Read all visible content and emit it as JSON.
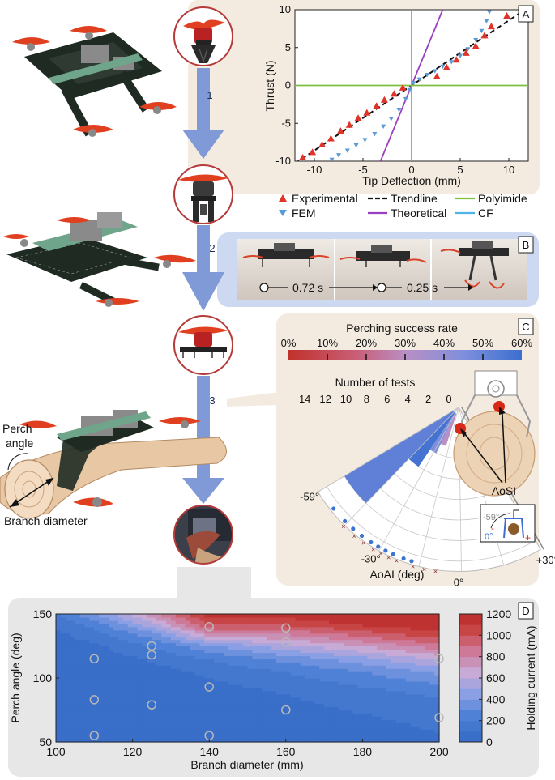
{
  "panels": {
    "a": "A",
    "b": "B",
    "c": "C",
    "d": "D"
  },
  "steps": [
    "1",
    "2",
    "3"
  ],
  "labels": {
    "perch_angle_line1": "Perch",
    "perch_angle_line2": "angle",
    "branch_diameter": "Branch diameter",
    "time_1": "0.72 s",
    "time_2": "0.25 s",
    "aosi": "AoSI",
    "inset_neg59": "-59°",
    "inset_0": "0°",
    "inset_minus": "-",
    "inset_plus": "+"
  },
  "colors": {
    "panel_bg": "#f4ebe0",
    "arrow": "#7f9ad6",
    "circle_border": "#b53a3a",
    "propeller": "#e04020",
    "body_dark": "#1f2a22",
    "wood": "#e8c7a4"
  },
  "chart_data": [
    {
      "id": "A",
      "type": "scatter",
      "xlabel": "Tip Deflection (mm)",
      "ylabel": "Thrust (N)",
      "xlim": [
        -12,
        12
      ],
      "ylim": [
        -10,
        10
      ],
      "xticks": [
        "-10",
        "-5",
        "0",
        "5",
        "10"
      ],
      "yticks": [
        "10",
        "5",
        "0",
        "-5",
        "-10"
      ],
      "series": [
        {
          "name": "Experimental",
          "marker": "triangle",
          "color": "#e0332a",
          "x": [
            -11.2,
            -10.2,
            -9.2,
            -8.3,
            -7.3,
            -6.4,
            -5.5,
            -4.6,
            -3.6,
            -2.8,
            -1.8,
            -0.9,
            2.6,
            3.6,
            4.6,
            5.6,
            6.6,
            7.5,
            8.2,
            9.8
          ],
          "y": [
            -9.5,
            -8.8,
            -7.8,
            -7.0,
            -6.0,
            -5.2,
            -4.3,
            -3.6,
            -2.7,
            -1.9,
            -1.1,
            -0.3,
            1.2,
            2.4,
            3.4,
            4.3,
            5.2,
            6.6,
            7.8,
            9.2
          ]
        },
        {
          "name": "FEM",
          "marker": "triangle-down",
          "color": "#5a9bd6",
          "x": [
            -8.2,
            -7.5,
            -6.6,
            -5.7,
            -4.8,
            -3.8,
            -2.9,
            -2.1,
            -1.3,
            -0.6,
            -0.2,
            0.2,
            0.8,
            1.6,
            2.4,
            3.2,
            4.1,
            5.0,
            5.8,
            6.6,
            7.2,
            7.7,
            8.0
          ],
          "y": [
            -9.8,
            -9.2,
            -8.6,
            -7.9,
            -7.2,
            -6.4,
            -5.4,
            -4.4,
            -3.2,
            -1.8,
            -0.6,
            0.3,
            0.8,
            1.4,
            1.9,
            2.5,
            3.1,
            3.9,
            4.8,
            6.0,
            7.2,
            8.5,
            9.7
          ]
        },
        {
          "name": "Trendline",
          "style": "dashed",
          "color": "#111111",
          "x": [
            -12,
            12
          ],
          "y": [
            -10.3,
            10.3
          ]
        },
        {
          "name": "Theoretical",
          "style": "solid",
          "color": "#9b3fc0",
          "x": [
            -3.2,
            3.2
          ],
          "y": [
            -10,
            10
          ]
        },
        {
          "name": "Polyimide",
          "style": "solid",
          "color": "#7fbf3f",
          "x": [
            -12,
            12
          ],
          "y": [
            0,
            0
          ]
        },
        {
          "name": "CF",
          "style": "solid",
          "color": "#4fb3e8",
          "x": [
            0,
            0
          ],
          "y": [
            -10,
            10
          ]
        }
      ],
      "legend": [
        {
          "name": "Experimental",
          "kind": "triangle",
          "color": "#e0332a"
        },
        {
          "name": "Trendline",
          "kind": "dash",
          "color": "#111111"
        },
        {
          "name": "Polyimide",
          "kind": "line",
          "color": "#7fbf3f"
        },
        {
          "name": "FEM",
          "kind": "triangle-down",
          "color": "#5a9bd6"
        },
        {
          "name": "Theoretical",
          "kind": "line",
          "color": "#9b3fc0"
        },
        {
          "name": "CF",
          "kind": "line",
          "color": "#4fb3e8"
        }
      ]
    },
    {
      "id": "C",
      "type": "bar",
      "subtype": "polar",
      "title": "Perching success rate",
      "colorbar_ticks": [
        "0%",
        "10%",
        "20%",
        "30%",
        "40%",
        "50%",
        "60%"
      ],
      "radial_label": "Number of tests",
      "radial_ticks": [
        "14",
        "12",
        "10",
        "8",
        "6",
        "4",
        "2",
        "0"
      ],
      "angle_label": "AoAI (deg)",
      "angle_ticks": [
        "-59°",
        "-30°",
        "0°",
        "+30°"
      ],
      "angle_range": [
        -59,
        30
      ],
      "sectors": [
        {
          "from": -59,
          "to": -44,
          "tests": 12,
          "rate": 0.52
        },
        {
          "from": -44,
          "to": -34,
          "tests": 6,
          "rate": 0.58
        },
        {
          "from": -34,
          "to": -26,
          "tests": 4,
          "rate": 0.45
        },
        {
          "from": -26,
          "to": -18,
          "tests": 3,
          "rate": 0.3
        }
      ],
      "successful": {
        "color": "#3d74cf",
        "angles": [
          -51,
          -45,
          -41,
          -37,
          -33,
          -30,
          -27,
          -24,
          -20,
          -17
        ]
      },
      "failed": {
        "color": "#8b2a2a",
        "angles": [
          -44,
          -39,
          -35,
          -31,
          -28,
          -25,
          -22,
          -16,
          -12,
          -8
        ]
      }
    },
    {
      "id": "D",
      "type": "heatmap",
      "subtype": "contour",
      "xlabel": "Branch diameter (mm)",
      "ylabel": "Perch angle (deg)",
      "colorbar_label": "Holding current (mA)",
      "xlim": [
        100,
        200
      ],
      "ylim": [
        50,
        150
      ],
      "xticks": [
        "100",
        "120",
        "140",
        "160",
        "180",
        "200"
      ],
      "yticks": [
        "150",
        "100",
        "50"
      ],
      "clim": [
        0,
        1200
      ],
      "colorbar_ticks": [
        "1200",
        "1000",
        "800",
        "600",
        "400",
        "200",
        "0"
      ],
      "x": [
        100,
        110,
        125,
        140,
        160,
        180,
        200
      ],
      "y": [
        50,
        60,
        75,
        90,
        105,
        115,
        125,
        135,
        142,
        150
      ],
      "z": [
        [
          0,
          0,
          0,
          0,
          0,
          20,
          60
        ],
        [
          0,
          0,
          0,
          0,
          10,
          50,
          110
        ],
        [
          0,
          0,
          10,
          20,
          60,
          110,
          160
        ],
        [
          0,
          10,
          30,
          60,
          110,
          170,
          230
        ],
        [
          10,
          20,
          60,
          120,
          200,
          300,
          420
        ],
        [
          20,
          40,
          110,
          200,
          330,
          460,
          620
        ],
        [
          40,
          80,
          200,
          380,
          560,
          700,
          860
        ],
        [
          80,
          160,
          360,
          780,
          820,
          960,
          1080
        ],
        [
          120,
          240,
          560,
          1000,
          1020,
          1120,
          1180
        ],
        [
          200,
          380,
          760,
          1150,
          1150,
          1200,
          1200
        ]
      ],
      "samples_x": [
        110,
        110,
        110,
        125,
        125,
        125,
        140,
        140,
        140,
        160,
        160,
        160,
        200,
        200
      ],
      "samples_y": [
        115,
        83,
        55,
        125,
        118,
        79,
        140,
        93,
        55,
        139,
        128,
        75,
        115,
        69
      ]
    }
  ]
}
